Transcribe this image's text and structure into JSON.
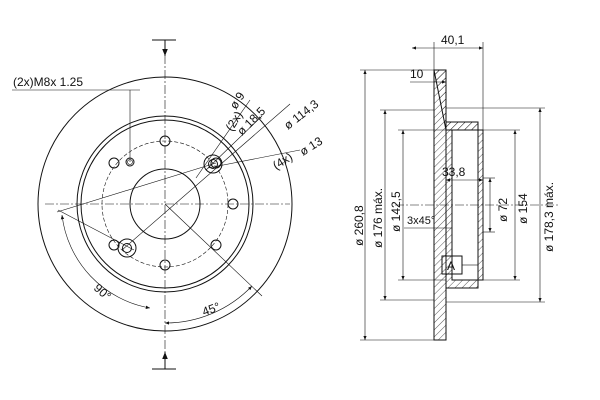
{
  "front_view": {
    "thread": "(2x)M8x 1.25",
    "hole_small_count": "(2x)",
    "hole_small_dia": "ø 9",
    "center_bore": "ø 18,5",
    "bolt_circle": "ø 114,3",
    "bolt_hole_count": "(4x)",
    "bolt_hole_dia": "ø 13",
    "angle_90": "90°",
    "angle_45": "45°"
  },
  "section_view": {
    "total_height": "40,1",
    "disc_thickness": "10",
    "outer_dia": "ø 260,8",
    "braking_dia": "ø 176 máx.",
    "hat_dia": "ø 142,5",
    "hat_depth": "33,8",
    "chamfer": "3x45°",
    "hub_bore": "ø 72",
    "hat_inner": "ø 154",
    "inner_max": "ø 178,3 máx.",
    "datum": "A"
  }
}
